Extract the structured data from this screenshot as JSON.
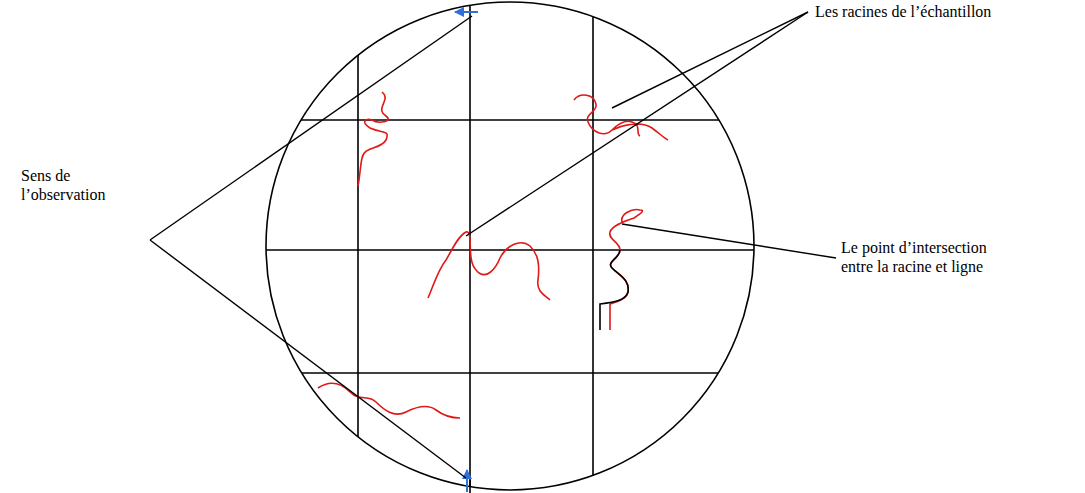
{
  "diagram": {
    "labels": [
      "Les racines de l’échantillon",
      "Sens de l’observation",
      "Le point d’intersection entre la racine et ligne"
    ]
  }
}
